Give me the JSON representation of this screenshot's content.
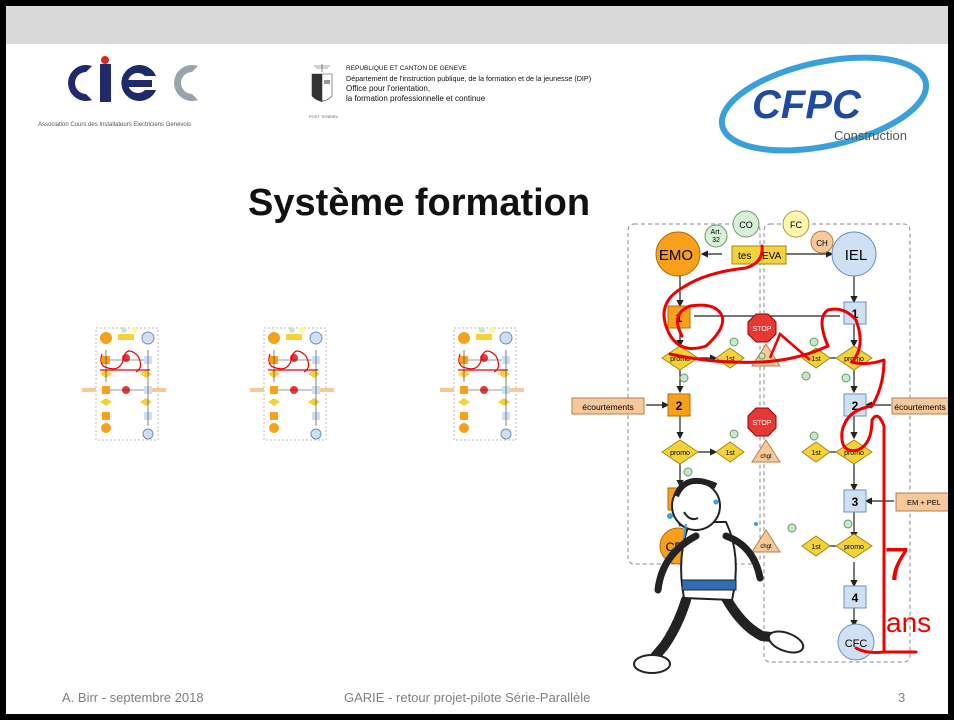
{
  "slide": {
    "title": "Système  formation",
    "footer": {
      "author": "A. Birr - septembre 2018",
      "title": "GARIE - retour projet-pilote Série-Parallèle",
      "page": "3"
    }
  },
  "logos": {
    "ciec": {
      "caption": "Association Cours des Installateurs Electriciens Genevois"
    },
    "dip": {
      "line1": "REPUBLIQUE ET CANTON DE GENEVE",
      "line2": "Département de l'instruction publique, de la formation et de la jeunesse (DIP)",
      "line3": "Office pour l'orientation,",
      "line4": "la formation professionnelle et continue"
    },
    "cfpc": {
      "letters": "CFPC",
      "sub": "Construction"
    }
  },
  "diagram": {
    "nodes": {
      "co": "CO",
      "fc": "FC",
      "art": "Art.",
      "art2": "32",
      "ch": "CH",
      "emo": "EMO",
      "iel": "IEL",
      "eva": "EVA",
      "tes": "tes",
      "stop": "STOP",
      "promo": "promo",
      "first": "1st",
      "chgt": "chgt",
      "n1": "1",
      "n2": "2",
      "n3": "3",
      "n4": "4",
      "cfc": "CFC",
      "racc_left": "écourtements",
      "racc_right": "écourtements",
      "empel": "EM + PEL"
    },
    "annotation": {
      "line1": "7",
      "line2": "ans"
    }
  },
  "colors": {
    "orange": "#f7a11b",
    "blue": "#cfe0f3",
    "yellow": "#f4d23a",
    "red": "#e53935",
    "peach": "#f7c89a"
  }
}
